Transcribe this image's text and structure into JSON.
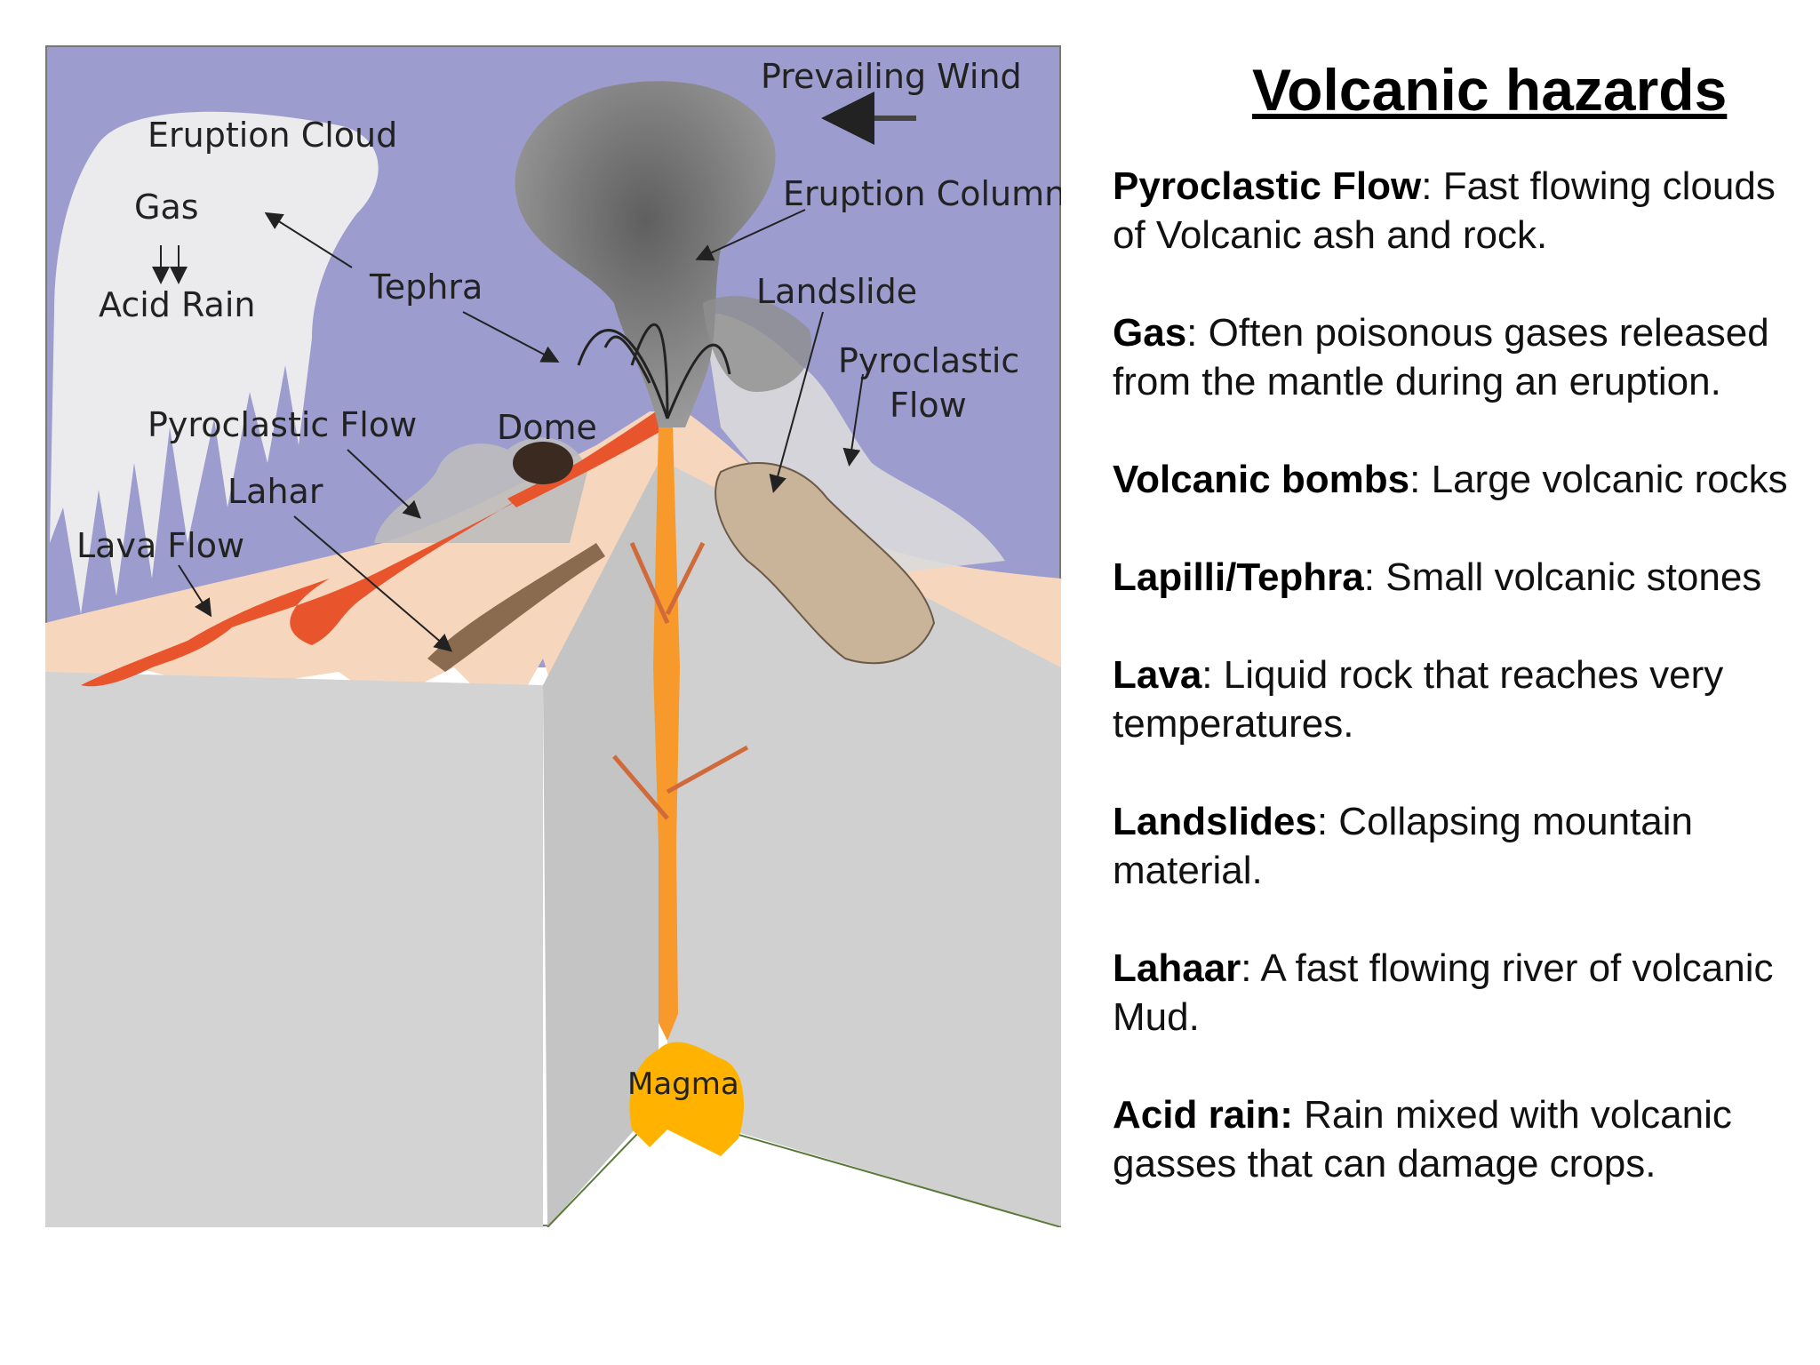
{
  "diagram": {
    "labels": {
      "prevailing_wind": "Prevailing Wind",
      "eruption_cloud": "Eruption Cloud",
      "gas": "Gas",
      "acid_rain": "Acid Rain",
      "tephra": "Tephra",
      "eruption_column": "Eruption Column",
      "landslide": "Landslide",
      "pyroclastic_right_1": "Pyroclastic",
      "pyroclastic_right_2": "Flow",
      "pyroclastic_flow": "Pyroclastic Flow",
      "dome": "Dome",
      "lahar": "Lahar",
      "lava_flow": "Lava Flow",
      "magma": "Magma"
    },
    "colors": {
      "sky": "#9c9ccf",
      "ground_surface": "#f6d7bd",
      "block_face": "#d3d3d3",
      "block_face_dark": "#c4c4c4",
      "lava": "#e8552c",
      "magma": "#ffb300",
      "conduit": "#f79a2b",
      "ash": "#777777",
      "cloud": "#eeeeee",
      "lahar": "#8a6b4f",
      "landslide": "#c9b49a"
    }
  },
  "hazards": {
    "title": "Volcanic hazards",
    "items": [
      {
        "term": "Pyroclastic Flow",
        "sep": ":",
        "desc": " Fast flowing clouds of Volcanic ash and rock."
      },
      {
        "term": "Gas",
        "sep": ":",
        "desc": " Often poisonous gases released from the mantle during an eruption."
      },
      {
        "term": "Volcanic bombs",
        "sep": ":",
        "desc": " Large volcanic rocks"
      },
      {
        "term": "Lapilli/Tephra",
        "sep": ":",
        "desc": " Small volcanic stones"
      },
      {
        "term": "Lava",
        "sep": ":",
        "desc": " Liquid rock that reaches very temperatures."
      },
      {
        "term": "Landslides",
        "sep": ":",
        "desc": " Collapsing mountain material."
      },
      {
        "term": "Lahaar",
        "sep": ":",
        "desc": " A fast flowing river of volcanic Mud."
      },
      {
        "term": "Acid rain:",
        "sep": "",
        "desc": " Rain mixed with volcanic gasses that can damage crops."
      }
    ]
  }
}
